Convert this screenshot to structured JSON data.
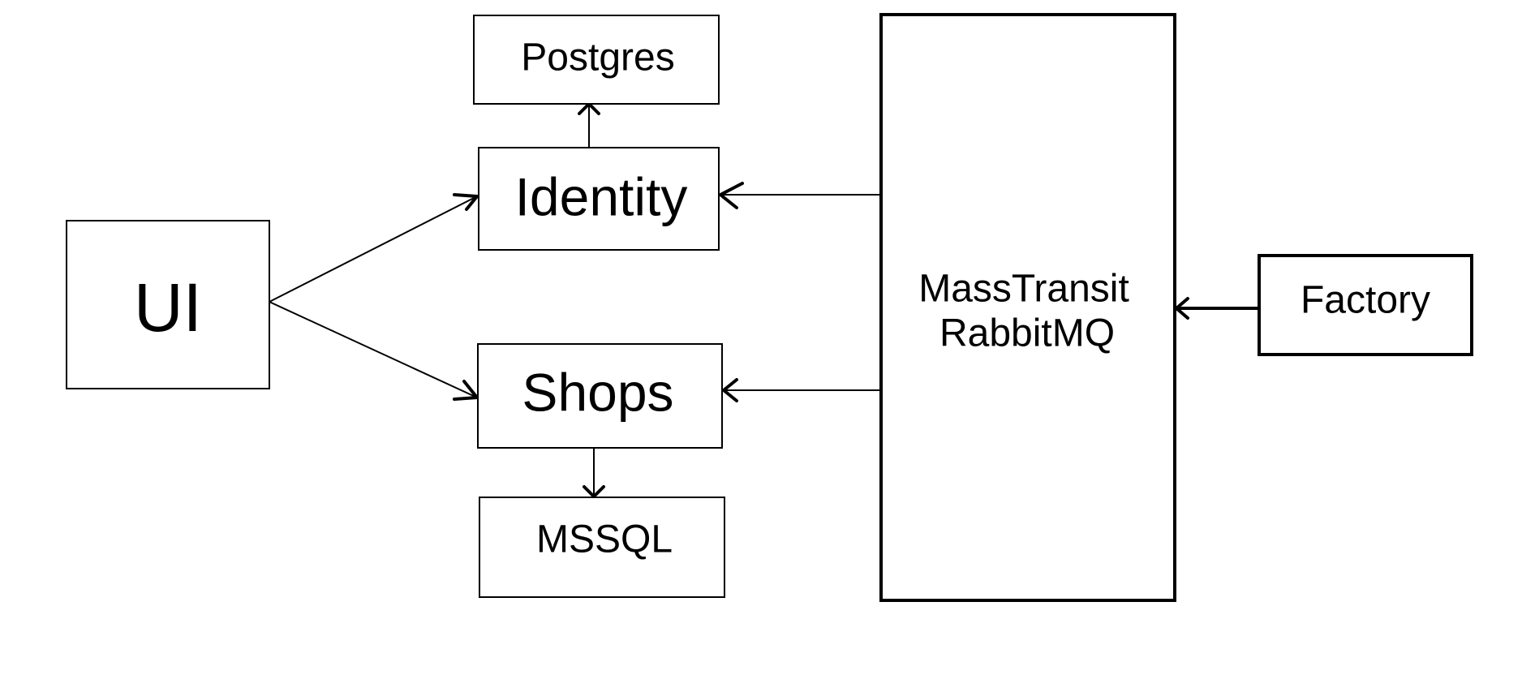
{
  "diagram": {
    "nodes": {
      "ui": "UI",
      "postgres": "Postgres",
      "identity": "Identity",
      "shops": "Shops",
      "mssql": "MSSQL",
      "broker_line1": "MassTransit",
      "broker_line2": "RabbitMQ",
      "factory": "Factory"
    },
    "edges": [
      {
        "from": "UI",
        "to": "Identity"
      },
      {
        "from": "UI",
        "to": "Shops"
      },
      {
        "from": "Identity",
        "to": "Postgres"
      },
      {
        "from": "Shops",
        "to": "MSSQL"
      },
      {
        "from": "MassTransit RabbitMQ",
        "to": "Identity"
      },
      {
        "from": "MassTransit RabbitMQ",
        "to": "Shops"
      },
      {
        "from": "Factory",
        "to": "MassTransit RabbitMQ"
      }
    ],
    "colors": {
      "stroke": "#000000",
      "background": "#ffffff"
    }
  }
}
